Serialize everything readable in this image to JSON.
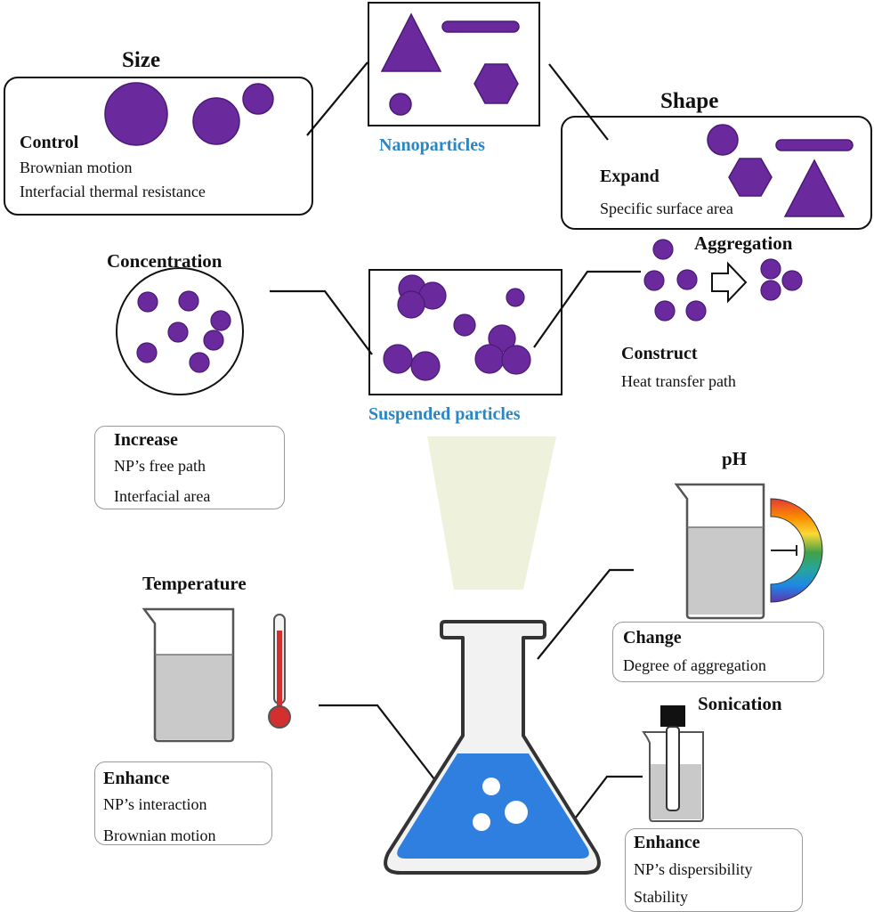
{
  "colors": {
    "particle": "#6a2a9e",
    "particle_stroke": "#4b1a75",
    "caption_blue": "#2a86c4",
    "liquid_blue": "#2f7fe0",
    "liquid_gray": "#c9c9c9",
    "beam": "#eef2dc"
  },
  "size": {
    "heading": "Size",
    "label": "Control",
    "lines": [
      "Brownian motion",
      "Interfacial thermal resistance"
    ]
  },
  "nanoparticles": {
    "caption": "Nanoparticles"
  },
  "shape": {
    "heading": "Shape",
    "label": "Expand",
    "lines": [
      "Specific surface area"
    ]
  },
  "concentration": {
    "heading": "Concentration",
    "label": "Increase",
    "lines": [
      "NP’s free path",
      "Interfacial area"
    ]
  },
  "suspended": {
    "caption": "Suspended particles"
  },
  "aggregation": {
    "heading": "Aggregation",
    "label": "Construct",
    "lines": [
      "Heat transfer path"
    ]
  },
  "ph": {
    "heading": "pH",
    "label": "Change",
    "lines": [
      "Degree of aggregation"
    ]
  },
  "temperature": {
    "heading": "Temperature",
    "label": "Enhance",
    "lines": [
      "NP’s interaction",
      "Brownian motion"
    ]
  },
  "sonication": {
    "heading": "Sonication",
    "label": "Enhance",
    "lines": [
      "NP’s dispersibility",
      "Stability"
    ]
  },
  "icons": [
    "beaker-icon",
    "thermometer-icon",
    "ph-gauge-icon",
    "sonicator-probe-icon",
    "erlenmeyer-flask-icon",
    "right-arrow-icon"
  ]
}
